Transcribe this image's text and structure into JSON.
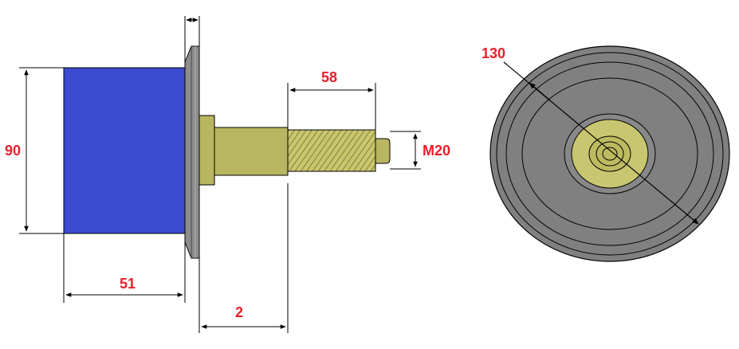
{
  "dimensions": {
    "height_label": "90",
    "body_length_label": "51",
    "offset_label": "2",
    "thread_length_label": "58",
    "thread_size_label": "M20",
    "diameter_label": "130"
  },
  "colors": {
    "dimension_text": "#e8202a",
    "body_blue": "#3d4bd0",
    "shaft_olive": "#b8b660",
    "disc_gray": "#808080",
    "flange_gray": "#8c8c8c",
    "line": "#000000"
  }
}
